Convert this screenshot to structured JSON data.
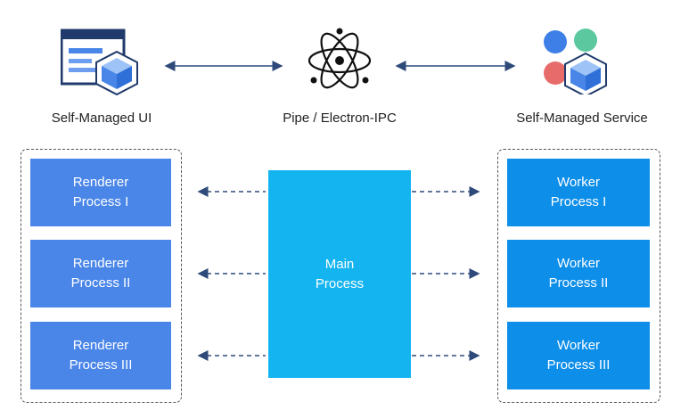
{
  "top": {
    "left_label": "Self-Managed UI",
    "center_label": "Pipe / Electron-IPC",
    "right_label": "Self-Managed Service"
  },
  "renderers": [
    {
      "line1": "Renderer",
      "line2": "Process I"
    },
    {
      "line1": "Renderer",
      "line2": "Process II"
    },
    {
      "line1": "Renderer",
      "line2": "Process III"
    }
  ],
  "main": {
    "line1": "Main",
    "line2": "Process"
  },
  "workers": [
    {
      "line1": "Worker",
      "line2": "Process I"
    },
    {
      "line1": "Worker",
      "line2": "Process II"
    },
    {
      "line1": "Worker",
      "line2": "Process III"
    }
  ],
  "colors": {
    "renderer": "#4a86e8",
    "worker": "#0d8ee9",
    "main": "#14b4f0",
    "arrow": "#2e4a7a"
  },
  "icons": {
    "left": "window-cube-icon",
    "center": "electron-atom-icon",
    "right": "circles-cube-icon"
  }
}
